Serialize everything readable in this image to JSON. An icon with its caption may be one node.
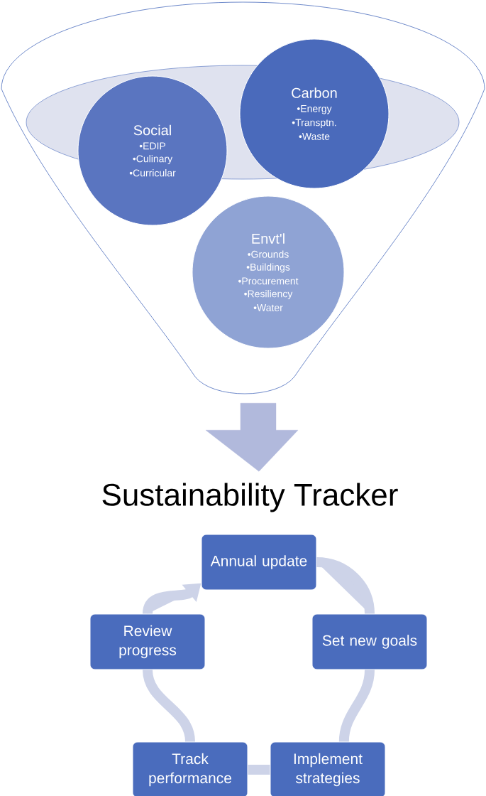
{
  "diagram": {
    "nodes": [
      {
        "text": [],
        "shape": "funnel"
      },
      {
        "text": [
          "Social",
          "•EDIP",
          "•Culinary",
          "•Curricular"
        ],
        "in": 0
      },
      {
        "text": [
          "Carbon",
          "•Energy",
          "•Transptn.",
          "•Waste"
        ],
        "in": 0
      },
      {
        "text": [
          "Envt'l",
          "•Grounds",
          "•Buildings",
          "•Procurement",
          "•Resiliency",
          "•Water"
        ],
        "in": 0
      },
      {
        "text": [
          "Sustainability Tracker"
        ]
      },
      {
        "text": [
          "Annual update"
        ]
      },
      {
        "text": [
          "Set new goals"
        ]
      },
      {
        "text": [
          "Implement strategies"
        ]
      },
      {
        "text": [
          "Track performance"
        ]
      },
      {
        "text": [
          "Review progress"
        ]
      }
    ],
    "edges": [
      {
        "from": 0,
        "to": 4,
        "arrow": "to",
        "style": "thick"
      },
      {
        "from": 5,
        "to": 6,
        "arrow": "none"
      },
      {
        "from": 6,
        "to": 7,
        "arrow": "none"
      },
      {
        "from": 7,
        "to": 8,
        "arrow": "none"
      },
      {
        "from": 8,
        "to": 9,
        "arrow": "none"
      },
      {
        "from": 9,
        "to": 5,
        "arrow": "to"
      }
    ]
  }
}
